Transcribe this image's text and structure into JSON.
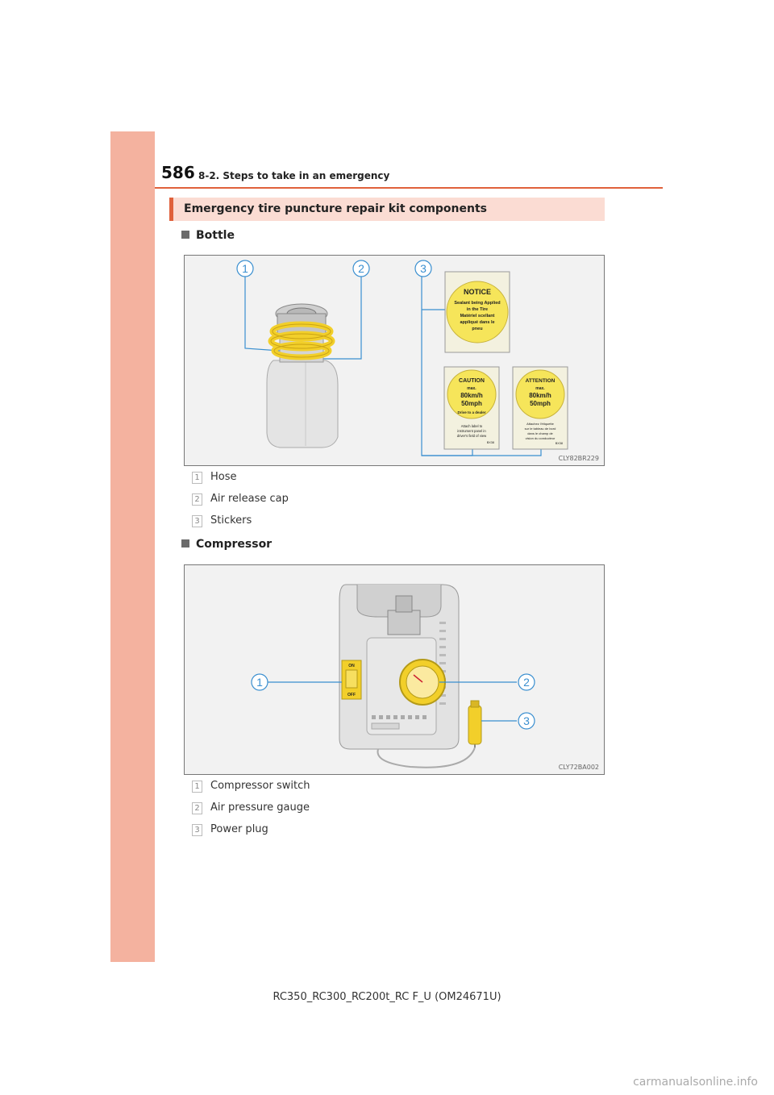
{
  "header": {
    "page_number": "586",
    "section": "8-2. Steps to take in an emergency"
  },
  "banner": {
    "title": "Emergency tire puncture repair kit components"
  },
  "bottle": {
    "heading": "Bottle",
    "figure_code": "CLY82BR229",
    "callouts": [
      "1",
      "2",
      "3"
    ],
    "stickers": {
      "notice": {
        "title": "NOTICE",
        "lines": [
          "Sealant being Applied",
          "in the Tire",
          "Matériel scellant",
          "appliqué dans le",
          "pneu"
        ]
      },
      "caution": {
        "title": "CAUTION",
        "max": "max.",
        "speed_kmh": "80km/h",
        "speed_mph": "50mph",
        "arc_text": "Drive to a dealer",
        "note": [
          "Attach label to",
          "instrument panel in",
          "driver's field of view"
        ],
        "code": "BX38"
      },
      "attention": {
        "title": "ATTENTION",
        "max": "max.",
        "speed_kmh": "80km/h",
        "speed_mph": "50mph",
        "note": [
          "Attachez l'étiquette",
          "sur le tableau de bord",
          "dans le champ de",
          "vision du conducteur"
        ],
        "code": "BX38"
      }
    },
    "items": [
      {
        "num": "1",
        "label": "Hose"
      },
      {
        "num": "2",
        "label": "Air release cap"
      },
      {
        "num": "3",
        "label": "Stickers"
      }
    ]
  },
  "compressor": {
    "heading": "Compressor",
    "figure_code": "CLY72BA002",
    "callouts": [
      "1",
      "2",
      "3"
    ],
    "switch_on": "ON",
    "switch_off": "OFF",
    "items": [
      {
        "num": "1",
        "label": "Compressor switch"
      },
      {
        "num": "2",
        "label": "Air pressure gauge"
      },
      {
        "num": "3",
        "label": "Power plug"
      }
    ]
  },
  "footer": {
    "model": "RC350_RC300_RC200t_RC F_U (OM24671U)"
  },
  "watermark": "carmanualsonline.info",
  "colors": {
    "accent": "#e0613b",
    "side_strip": "#f4b29f",
    "banner_bg": "#fbdcd3",
    "hose_yellow": "#f2cf2a",
    "callout_blue": "#3a8fd0"
  }
}
